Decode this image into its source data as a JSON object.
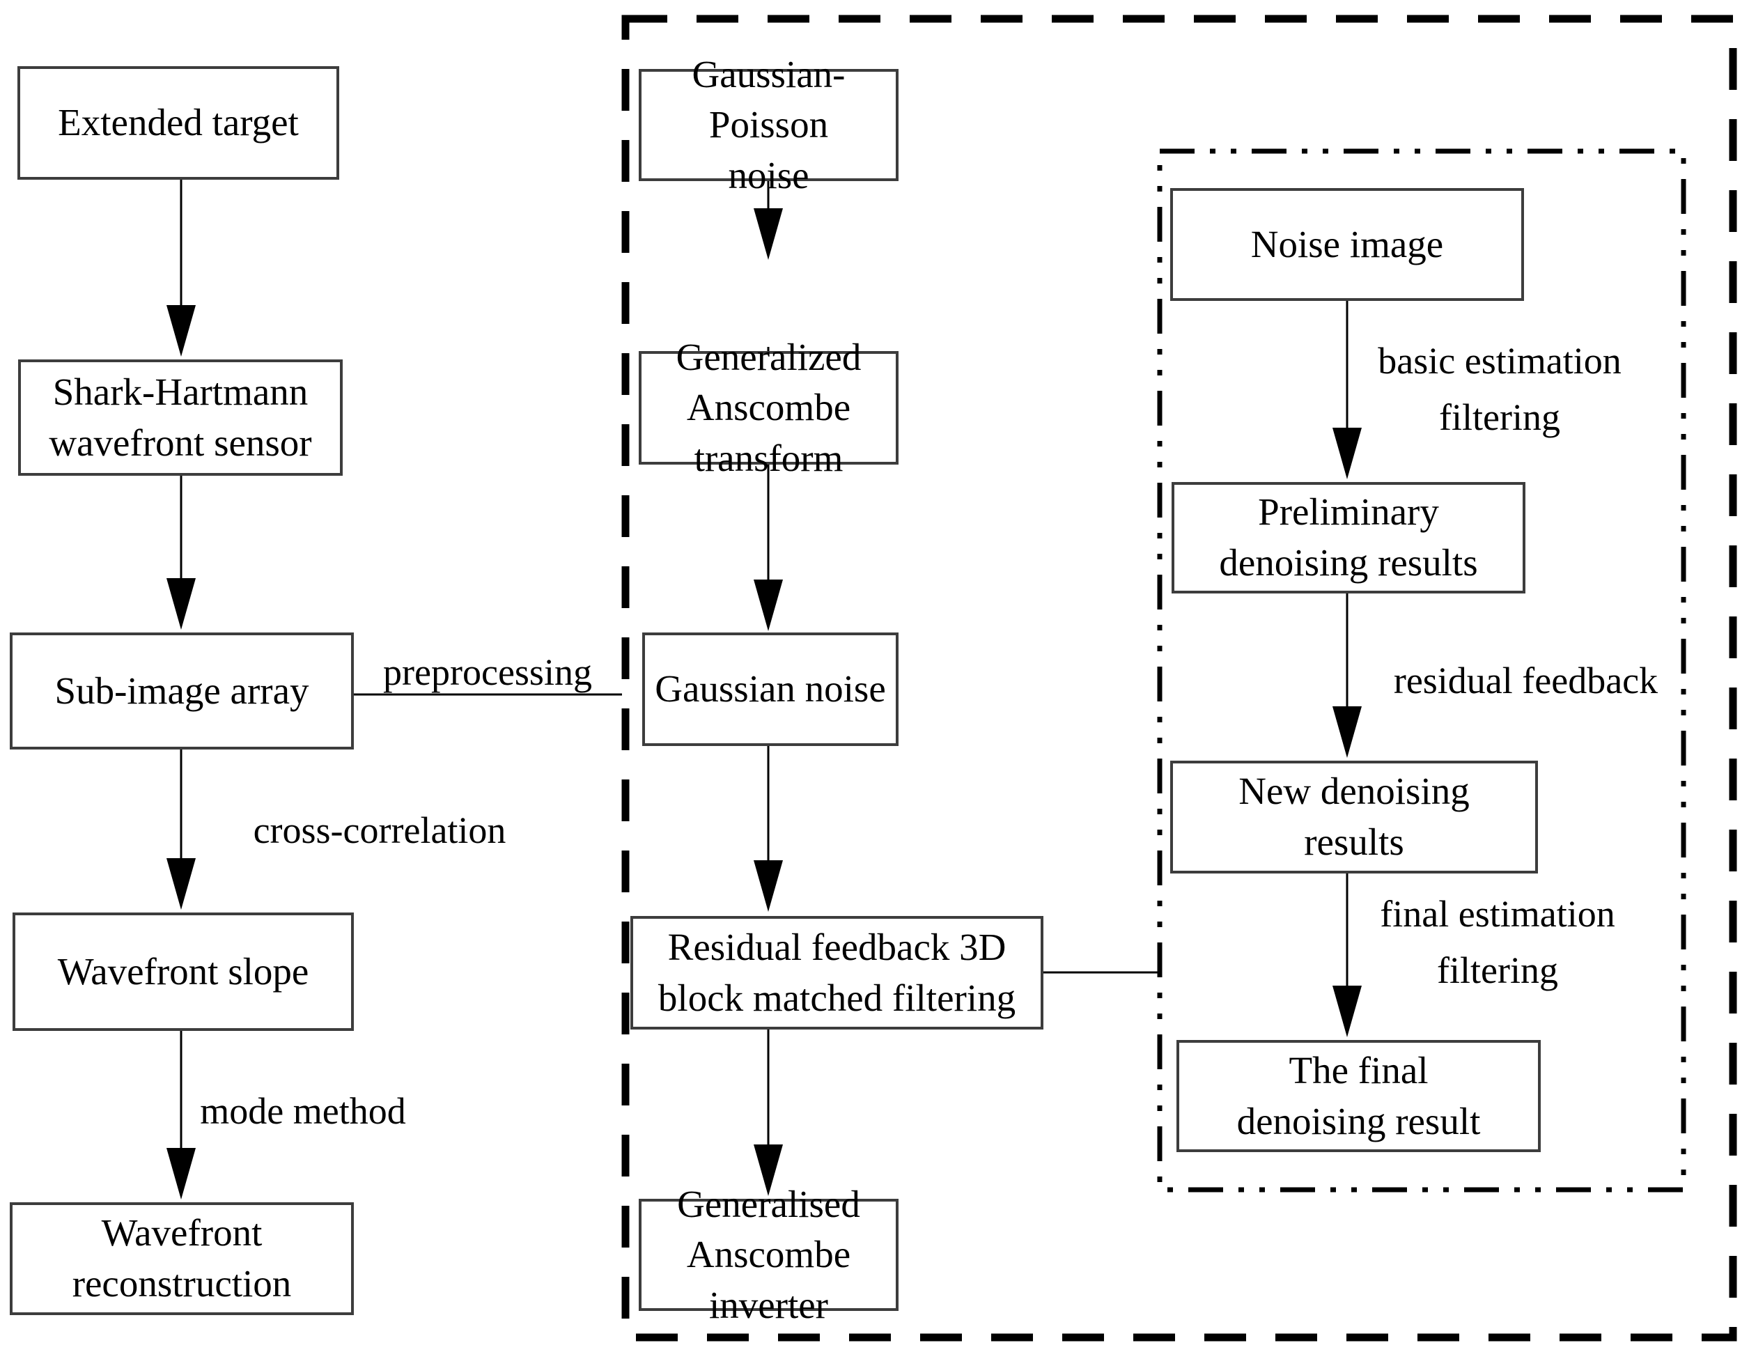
{
  "boxes": {
    "extended_target": "Extended target",
    "shark_hartmann": "Shark-Hartmann\nwavefront sensor",
    "sub_image_array": "Sub-image array",
    "wavefront_slope": "Wavefront slope",
    "wavefront_reconstruction": "Wavefront\nreconstruction",
    "gaussian_poisson_noise": "Gaussian-Poisson\nnoise",
    "generalized_anscombe_transform": "Generalized\nAnscombe transform",
    "gaussian_noise": "Gaussian noise",
    "residual_feedback_3d": "Residual feedback 3D\nblock matched filtering",
    "generalised_anscombe_inverter": "Generalised\nAnscombe inverter",
    "noise_image": "Noise image",
    "preliminary_denoising_results": "Preliminary\ndenoising results",
    "new_denoising_results": "New denoising\nresults",
    "final_denoising_result": "The final\ndenoising result"
  },
  "edge_labels": {
    "preprocessing": "preprocessing",
    "cross_correlation": "cross-correlation",
    "mode_method": "mode method",
    "basic_estimation_filtering": "basic estimation\nfiltering",
    "residual_feedback": "residual feedback",
    "final_estimation_filtering": "final estimation\nfiltering"
  },
  "colors": {
    "background": "#ffffff",
    "box_border": "#3d3d3d",
    "line": "#000000",
    "text": "#000000"
  }
}
